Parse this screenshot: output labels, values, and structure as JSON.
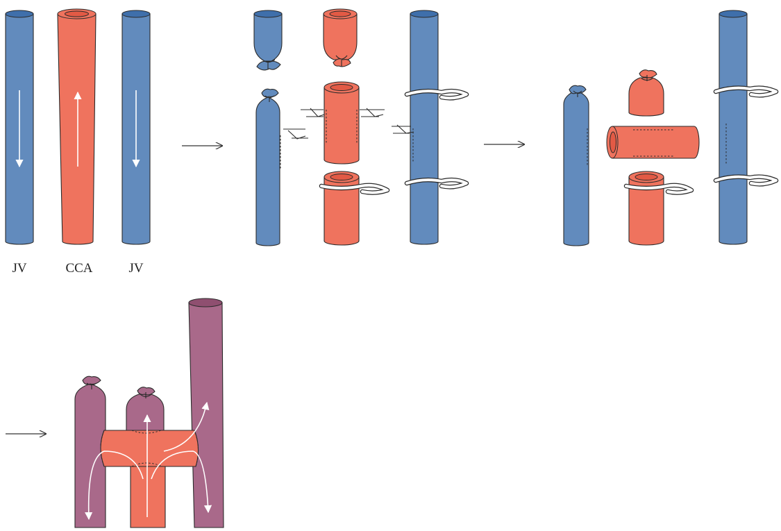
{
  "labels": {
    "jv_left": "JV",
    "cca": "CCA",
    "jv_right": "JV"
  },
  "colors": {
    "vein": "#628bbd",
    "vein_lumen": "#3f6fab",
    "artery": "#ef735e",
    "artery_lumen": "#e25a45",
    "anastomosis": "#a9698a",
    "anastomosis_lumen": "#8f4f70",
    "flow_arrow": "#ffffff",
    "outline": "#2a2a2a"
  },
  "icons": [
    "step-arrow-icon",
    "flow-arrow-icon",
    "vessel-clamp-icon",
    "ligature-tie-icon",
    "suture-marker-icon"
  ]
}
